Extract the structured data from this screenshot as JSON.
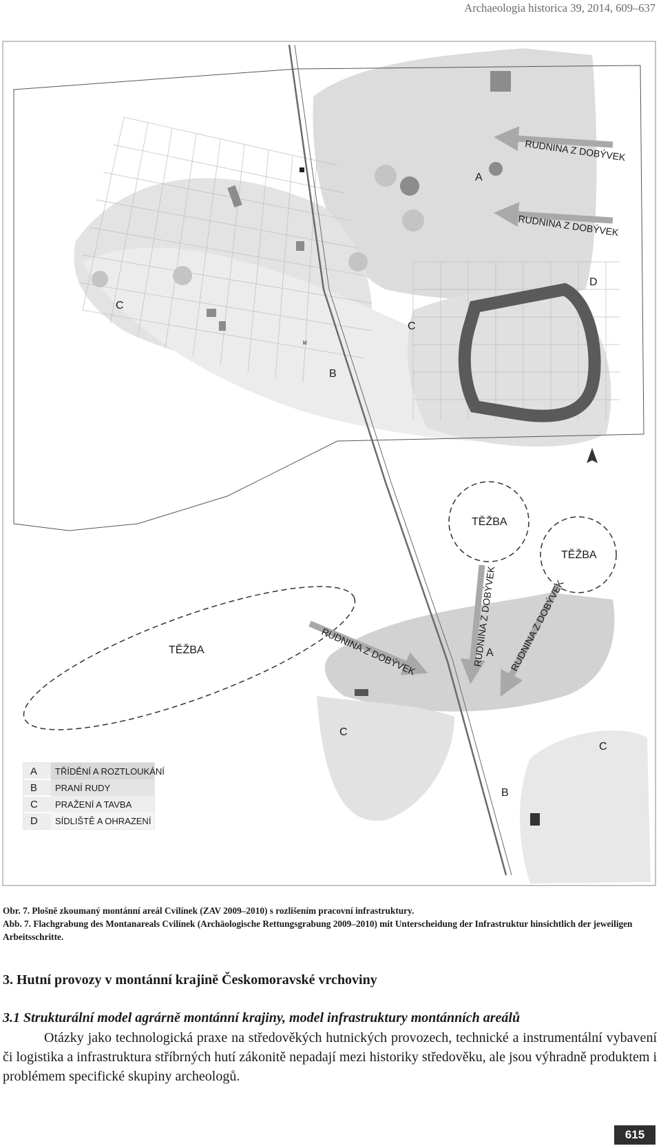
{
  "running_head": "Archaeologia historica 39, 2014, 609–637",
  "map": {
    "labels": {
      "rudnina_1": "RUDNINA Z DOBÝVEK",
      "rudnina_2": "RUDNINA Z DOBÝVEK",
      "rudnina_3": "RUDNINA Z DOBÝVEK",
      "rudnina_4": "RUDNINA Z DOBÝVEK",
      "rudnina_5": "RUDNINA Z DOBÝVEK",
      "tezba_1": "TĚŽBA",
      "tezba_2": "TĚŽBA",
      "tezba_3": "TĚŽBA",
      "a_top": "A",
      "a_bottom": "A",
      "b_top": "B",
      "b_bottom": "B",
      "c_left": "C",
      "c_mid": "C",
      "c_bottom_mid": "C",
      "c_bottom_right": "C",
      "d_top": "D",
      "kl": "kl"
    },
    "legend": [
      {
        "letter": "A",
        "text": "TŘÍDĚNÍ A ROZTLOUKÁNÍ"
      },
      {
        "letter": "B",
        "text": "PRANÍ RUDY"
      },
      {
        "letter": "C",
        "text": "PRAŽENÍ A TAVBA"
      },
      {
        "letter": "D",
        "text": "SÍDLIŠTĚ A OHRAZENÍ"
      }
    ]
  },
  "caption_cz": "Obr. 7. Plošně zkoumaný montánní areál Cvilínek (ZAV 2009–2010) s rozlišením pracovní infrastruktury.",
  "caption_de": "Abb. 7. Flachgrabung des Montanareals Cvilínek (Archäologische Rettungsgrabung 2009–2010) mit Unterscheidung der Infrastruktur hinsichtlich der jeweiligen Arbeitsschritte.",
  "section_heading": "3. Hutní provozy v montánní krajině Českomoravské vrchoviny",
  "subsection_heading": "3.1 Strukturální model agrárně montánní krajiny, model infrastruktury montánních areálů",
  "paragraph": "Otázky jako technologická praxe na středověkých hutnických provozech, technické a instrumentální vybavení či logistika a infrastruktura stříbrných hutí zákonitě nepadají mezi historiky středověku, ale jsou výhradně produktem i problémem specifické skupiny archeologů.",
  "page_number": "615"
}
